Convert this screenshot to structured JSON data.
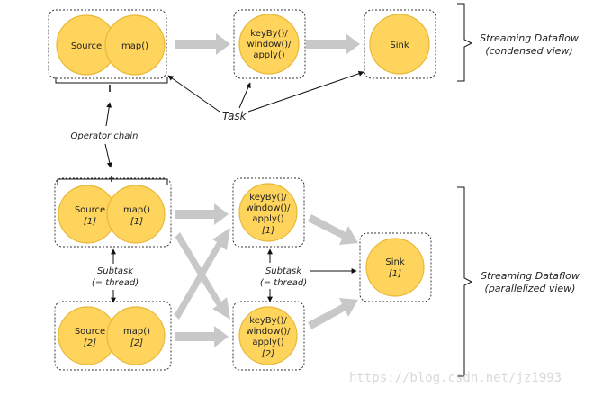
{
  "colors": {
    "node_fill": "#FFD45C",
    "node_stroke": "#E8B838",
    "arrow_gray": "#c8c8c8",
    "box_border": "#333333"
  },
  "condensed": {
    "source": "Source",
    "map": "map()",
    "keyby": [
      "keyBy()/",
      "window()/",
      "apply()"
    ],
    "sink": "Sink",
    "label_line1": "Streaming Dataflow",
    "label_line2": "(condensed view)"
  },
  "task_label": "Task",
  "operator_chain_label": "Operator chain",
  "parallel": {
    "source1": [
      "Source",
      "[1]"
    ],
    "map1": [
      "map()",
      "[1]"
    ],
    "source2": [
      "Source",
      "[2]"
    ],
    "map2": [
      "map()",
      "[2]"
    ],
    "keyby1": [
      "keyBy()/",
      "window()/",
      "apply()",
      "[1]"
    ],
    "keyby2": [
      "keyBy()/",
      "window()/",
      "apply()",
      "[2]"
    ],
    "sink": [
      "Sink",
      "[1]"
    ],
    "subtask_left": [
      "Subtask",
      "(= thread)"
    ],
    "subtask_mid": [
      "Subtask",
      "(= thread)"
    ],
    "label_line1": "Streaming Dataflow",
    "label_line2": "(parallelized view)"
  },
  "watermark": "https://blog.csdn.net/jz1993"
}
